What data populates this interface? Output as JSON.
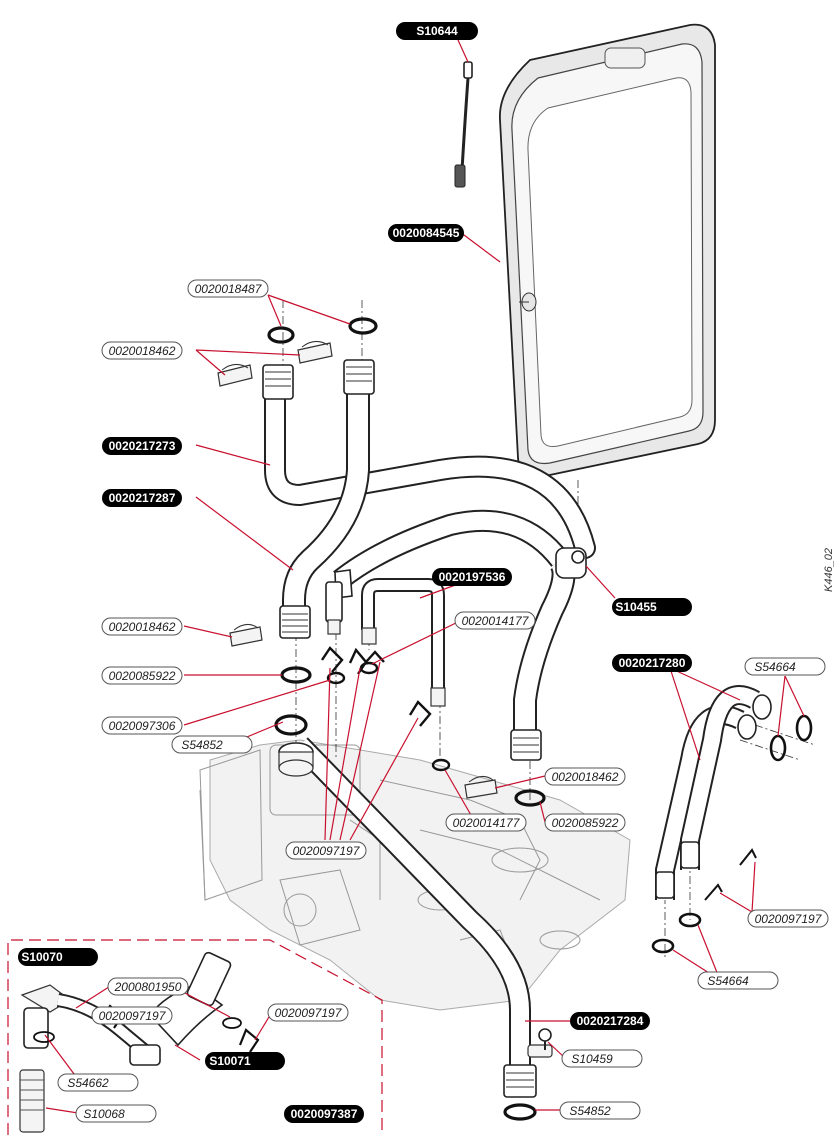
{
  "drawing_ref": "K446_02",
  "labels": {
    "s10644": "S10644",
    "p0020084545": "0020084545",
    "p0020018487": "0020018487",
    "p0020018462_a": "0020018462",
    "p0020217273": "0020217273",
    "p0020217287": "0020217287",
    "p0020197536": "0020197536",
    "s10455": "S10455",
    "p0020014177_a": "0020014177",
    "p0020018462_b": "0020018462",
    "p0020085922_a": "0020085922",
    "p0020097306": "0020097306",
    "s54852_a": "S54852",
    "p0020018462_c": "0020018462",
    "p0020014177_b": "0020014177",
    "p0020085922_b": "0020085922",
    "p0020097197_a": "0020097197",
    "p0020217280": "0020217280",
    "s54664_a": "S54664",
    "p0020097197_b": "0020097197",
    "s54664_b": "S54664",
    "s10070": "S10070",
    "p2000801950": "2000801950",
    "p0020097197_c": "0020097197",
    "p0020097197_d": "0020097197",
    "s10071": "S10071",
    "s54662": "S54662",
    "s10068": "S10068",
    "p0020097387": "0020097387",
    "p0020217284": "0020217284",
    "s10459": "S10459",
    "s54852_b": "S54852"
  },
  "colors": {
    "leader": "#c8102e",
    "label_fill": "#000000",
    "outline": "#555555"
  }
}
